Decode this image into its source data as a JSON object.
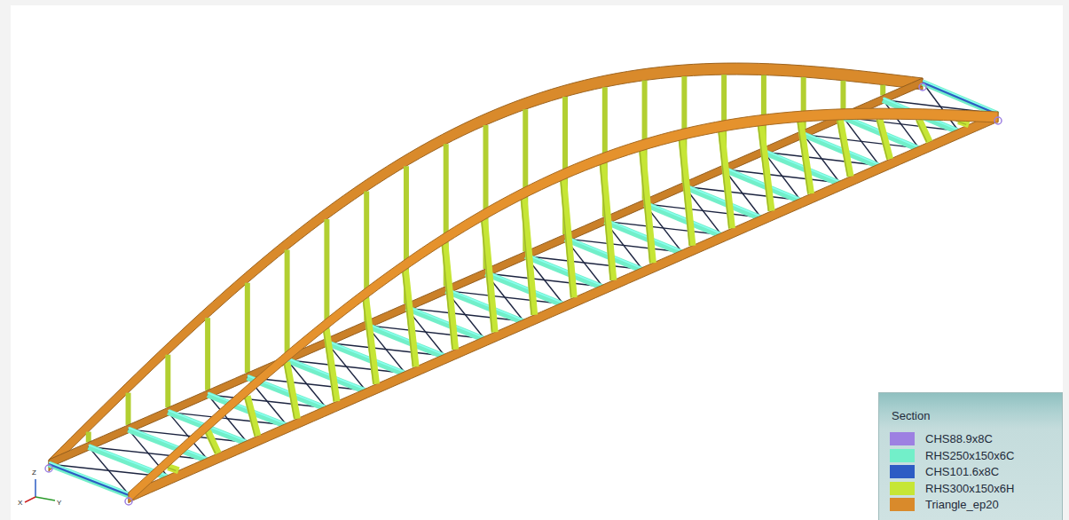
{
  "diagram": {
    "labels": [
      "Section",
      "Z",
      "X",
      "Y"
    ],
    "legend": [
      {
        "text": "CHS88.9x8C",
        "color": "#9d80e2"
      },
      {
        "text": "RHS250x150x6C",
        "color": "#72efc9"
      },
      {
        "text": "CHS101.6x8C",
        "color": "#2d5cc4"
      },
      {
        "text": "RHS300x150x6H",
        "color": "#c6e636"
      },
      {
        "text": "Triangle_ep20",
        "color": "#d98a2b"
      }
    ]
  }
}
